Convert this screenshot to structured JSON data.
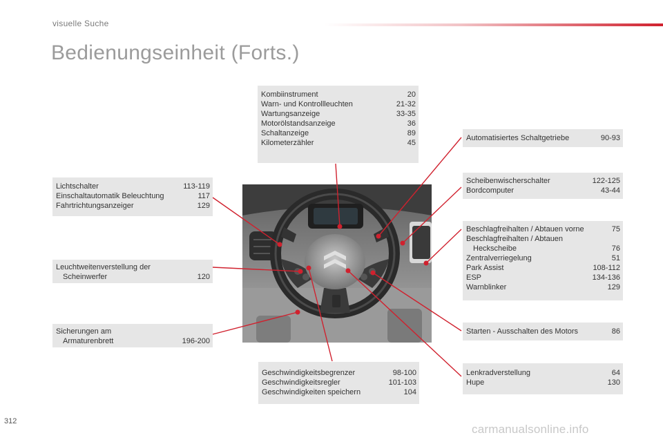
{
  "header": {
    "section": "visuelle Suche",
    "title": "Bedienungseinheit (Forts.)"
  },
  "boxes": {
    "kombi": {
      "rows": [
        {
          "label": "Kombiinstrument",
          "page": "20"
        },
        {
          "label": "Warn- und Kontrollleuchten",
          "page": "21-32"
        },
        {
          "label": "Wartungsanzeige",
          "page": "33-35"
        },
        {
          "label": "Motorölstandsanzeige",
          "page": "36"
        },
        {
          "label": "Schaltanzeige",
          "page": "89"
        },
        {
          "label": "Kilometerzähler",
          "page": "45"
        }
      ]
    },
    "licht": {
      "rows": [
        {
          "label": "Lichtschalter",
          "page": "113-119"
        },
        {
          "label": "Einschaltautomatik Beleuchtung",
          "page": "117"
        },
        {
          "label": "Fahrtrichtungsanzeiger",
          "page": "129"
        }
      ]
    },
    "leucht": {
      "rows": [
        {
          "label": "Leuchtweitenverstellung der",
          "page": ""
        },
        {
          "label": "Scheinwerfer",
          "page": "120"
        }
      ]
    },
    "sicher": {
      "rows": [
        {
          "label": "Sicherungen am",
          "page": ""
        },
        {
          "label": "Armaturenbrett",
          "page": "196-200"
        }
      ]
    },
    "geschw": {
      "rows": [
        {
          "label": "Geschwindigkeitsbegrenzer",
          "page": "98-100"
        },
        {
          "label": "Geschwindigkeitsregler",
          "page": "101-103"
        },
        {
          "label": "Geschwindigkeiten speichern",
          "page": "104"
        }
      ]
    },
    "auto": {
      "rows": [
        {
          "label": "Automatisiertes Schaltgetriebe",
          "page": "90-93"
        }
      ]
    },
    "wisch": {
      "rows": [
        {
          "label": "Scheibenwischerschalter",
          "page": "122-125"
        },
        {
          "label": "Bordcomputer",
          "page": "43-44"
        }
      ]
    },
    "beschlag": {
      "rows": [
        {
          "label": "Beschlagfreihalten / Abtauen vorne",
          "page": "75"
        },
        {
          "label": "Beschlagfreihalten / Abtauen",
          "page": ""
        },
        {
          "label": "Heckscheibe",
          "page": "76"
        },
        {
          "label": "Zentralverriegelung",
          "page": "51"
        },
        {
          "label": "Park Assist",
          "page": "108-112"
        },
        {
          "label": "ESP",
          "page": "134-136"
        },
        {
          "label": "Warnblinker",
          "page": "129"
        }
      ]
    },
    "starten": {
      "rows": [
        {
          "label": "Starten - Ausschalten des Motors",
          "page": "86"
        }
      ]
    },
    "lenk": {
      "rows": [
        {
          "label": "Lenkradverstellung",
          "page": "64"
        },
        {
          "label": "Hupe",
          "page": "130"
        }
      ]
    }
  },
  "footer": {
    "page_number": "312",
    "watermark": "carmanualsonline.info"
  },
  "colors": {
    "accent": "#d0212e",
    "box_bg": "#e6e6e6",
    "title": "#9b9b9b"
  }
}
